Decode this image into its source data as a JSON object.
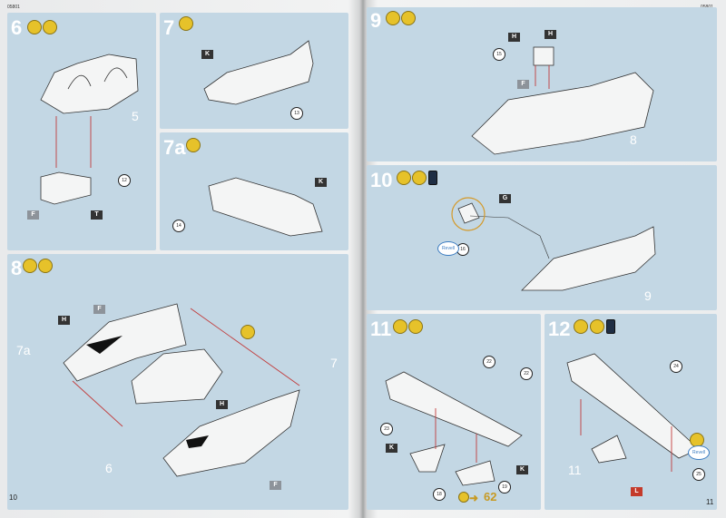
{
  "pages": {
    "left": {
      "code": "05801",
      "number": "10"
    },
    "right": {
      "code": "05801",
      "number": "11"
    }
  },
  "steps": {
    "s6": {
      "number": "6",
      "ref": "5",
      "callout": "12",
      "tags": [
        "F",
        "T"
      ]
    },
    "s7": {
      "number": "7",
      "callout": "13",
      "tags": [
        "K"
      ]
    },
    "s7a": {
      "number": "7a",
      "callout": "14",
      "tags": [
        "K"
      ]
    },
    "s8": {
      "number": "8",
      "refs": [
        "7a",
        "7",
        "6"
      ],
      "tags": [
        "H",
        "F",
        "H",
        "F"
      ]
    },
    "s9": {
      "number": "9",
      "ref": "8",
      "callout": "15",
      "tags": [
        "H",
        "H",
        "F"
      ]
    },
    "s10": {
      "number": "10",
      "ref": "9",
      "callout": "16",
      "tags": [
        "G"
      ],
      "decal": "Revell"
    },
    "s11": {
      "number": "11",
      "callouts": [
        "22",
        "22",
        "23",
        "18",
        "19"
      ],
      "tags": [
        "K",
        "K"
      ],
      "pointer": "62"
    },
    "s12": {
      "number": "12",
      "ref": "11",
      "callouts": [
        "24",
        "25"
      ],
      "tags": [
        "L"
      ],
      "decal": "Revell"
    }
  },
  "icons": [
    "glue-icon",
    "paint-icon",
    "paint-pot-icon",
    "cement-icon"
  ],
  "colors": {
    "panel": "#c3d7e4",
    "glue": "#e6c22a",
    "arrow": "#c23b3b"
  }
}
